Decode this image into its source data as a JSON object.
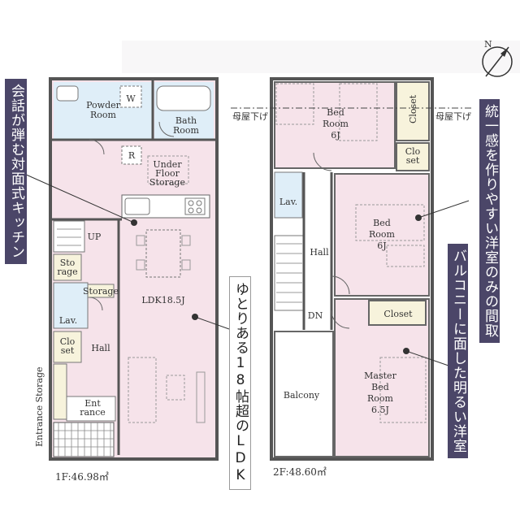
{
  "floor1": {
    "area_label": "1F:46.98㎡",
    "rooms": {
      "powder": "Powder Room",
      "bath": "Bath Room",
      "washer": "W",
      "refrigerator": "R",
      "under_floor": "Under Floor Storage",
      "ldk": "LDK18.5J",
      "up": "UP",
      "storage_a": "Sto rage",
      "storage_b": "Storage",
      "lav": "Lav.",
      "closet": "Clo set",
      "hall": "Hall",
      "entrance": "Ent rance",
      "entrance_storage": "Entrance Storage"
    }
  },
  "floor2": {
    "area_label": "2F:48.60㎡",
    "rooms": {
      "bed1": "Bed Room 6J",
      "closet_a": "Closet",
      "closet_b": "Clo set",
      "lav": "Lav.",
      "hall": "Hall",
      "bed2": "Bed Room 6J",
      "dn": "DN",
      "closet_c": "Closet",
      "balcony": "Balcony",
      "master": "Master Bed Room 6.5J"
    },
    "roof_line_label": "母屋下げ"
  },
  "compass": "N",
  "callouts": {
    "kitchen": "会話が弾む対面式キッチン",
    "ldk": "ゆとりある18帖超のLDK",
    "rooms": "統一感を作りやすい洋室のみの間取",
    "balcony": "バルコニーに面した明るい洋室"
  },
  "colors": {
    "room_pink": "#f6e3ea",
    "room_blue": "#dfeef8",
    "closet_yellow": "#f7f3dc",
    "wall": "#555555",
    "banner": "#4b4668"
  }
}
